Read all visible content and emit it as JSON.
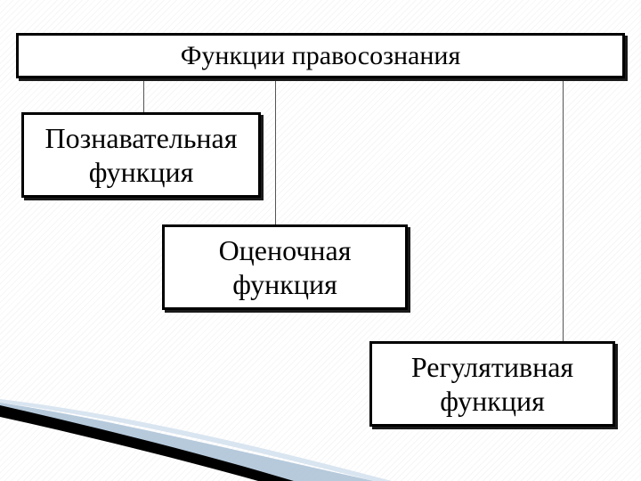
{
  "diagram": {
    "root": "Функции правосознания",
    "children": [
      {
        "line1": "Познавательная",
        "line2": "функция"
      },
      {
        "line1": "Оценочная",
        "line2": "функция"
      },
      {
        "line1": "Регулятивная",
        "line2": "функция"
      }
    ]
  },
  "colors": {
    "box_border": "#000000",
    "connector": "#555555",
    "swoosh_dark": "#000000",
    "swoosh_light": "#9fb8cf"
  }
}
